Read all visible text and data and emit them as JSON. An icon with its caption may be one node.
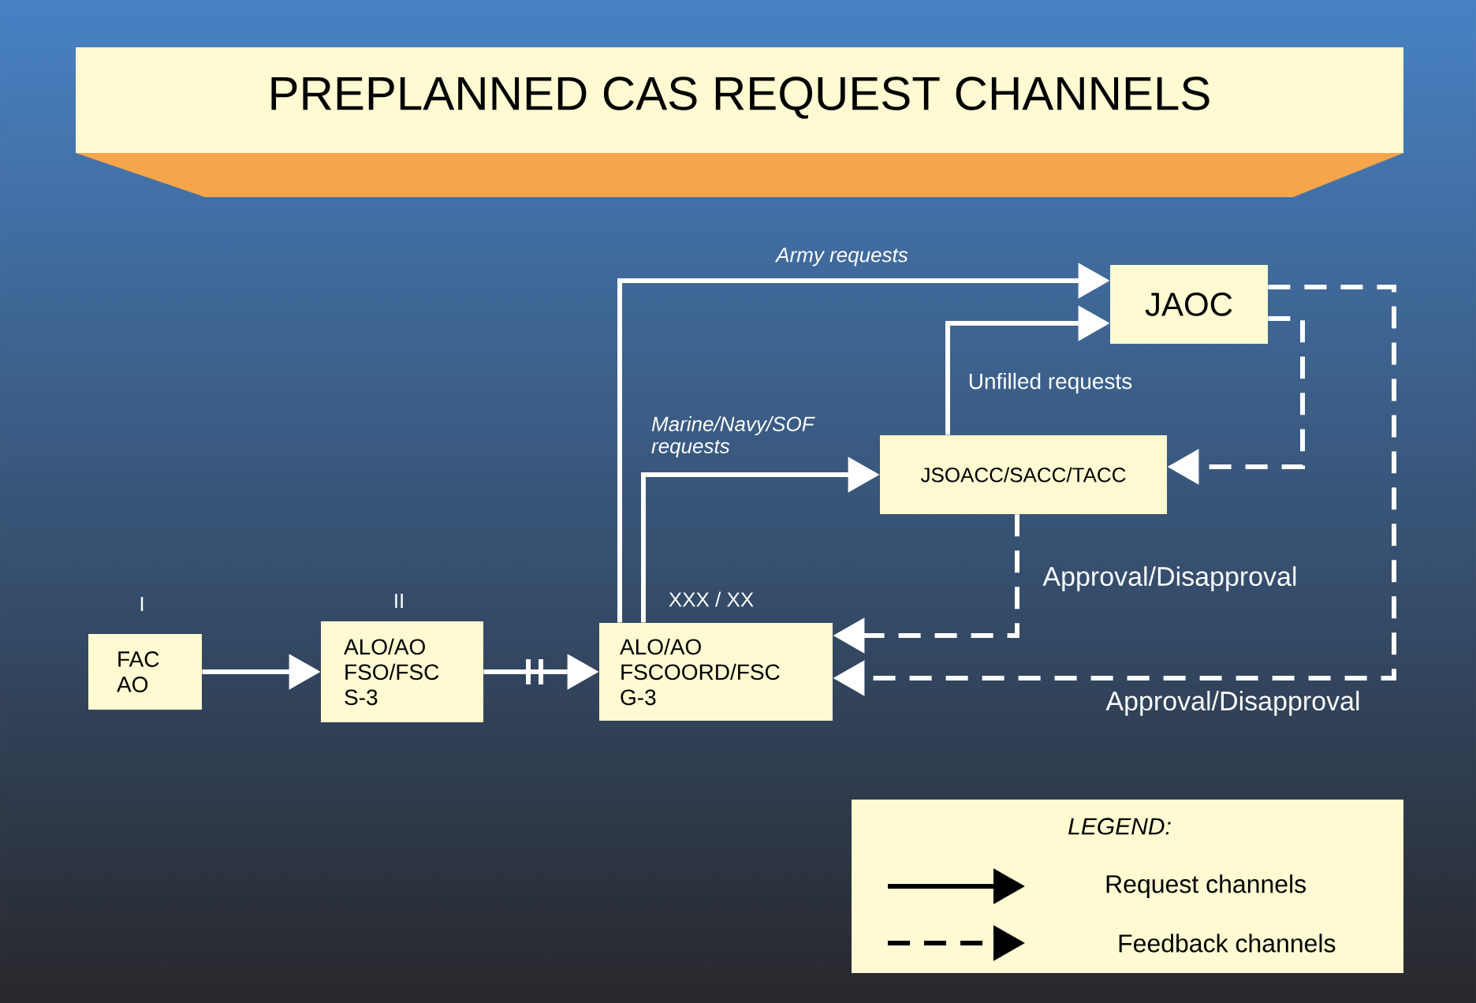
{
  "diagram": {
    "title": "PREPLANNED CAS REQUEST CHANNELS",
    "nodes": [
      {
        "text": [
          "FAC AO"
        ],
        "beside": [
          "I"
        ]
      },
      {
        "text": [
          "ALO/AO FSO/FSC S-3"
        ],
        "beside": [
          "II"
        ]
      },
      {
        "text": [
          "ALO/AO FSCOORD/FSC G-3"
        ],
        "beside": [
          "XXX / XX"
        ]
      },
      {
        "text": [
          "JSOACC/SACC/TACC"
        ]
      },
      {
        "text": [
          "JAOC"
        ]
      }
    ],
    "edges": [
      {
        "from": 0,
        "to": 1,
        "arrow": "to"
      },
      {
        "from": 1,
        "to": 2,
        "arrow": "to"
      },
      {
        "from": 2,
        "to": 4,
        "arrow": "to",
        "label": "Army requests"
      },
      {
        "from": 2,
        "to": 3,
        "arrow": "to",
        "label": "Marine/Navy/SOF requests"
      },
      {
        "from": 3,
        "to": 4,
        "arrow": "to",
        "label": "Unfilled requests"
      },
      {
        "from": 4,
        "to": 3,
        "arrow": "to",
        "style": "dashed"
      },
      {
        "from": 3,
        "to": 2,
        "arrow": "to",
        "style": "dashed",
        "label": "Approval/Disapproval"
      },
      {
        "from": 4,
        "to": 2,
        "arrow": "to",
        "style": "dashed",
        "label": "Approval/Disapproval"
      }
    ],
    "labels": [
      "LEGEND:"
    ],
    "legend": [
      {
        "text": "Request channels"
      },
      {
        "text": "Feedback channels"
      }
    ]
  }
}
